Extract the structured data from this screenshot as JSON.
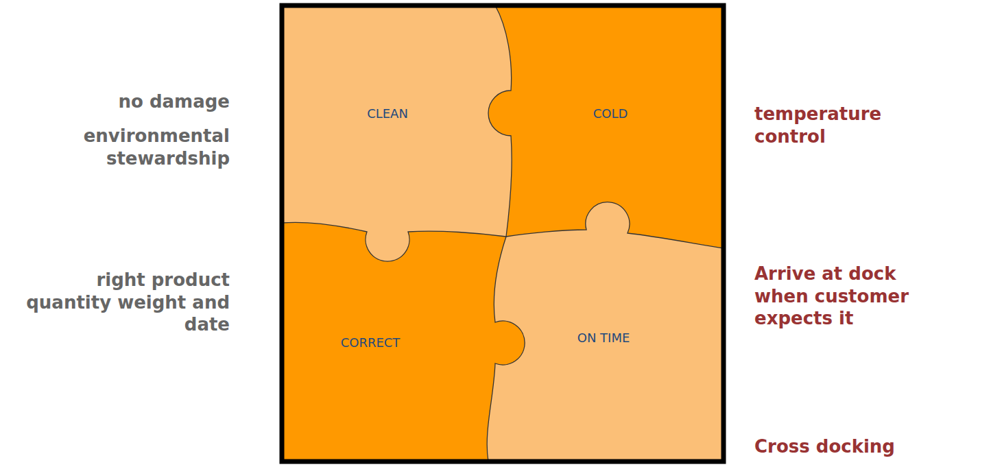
{
  "diagram": {
    "nodes": [
      {
        "text": [
          "CLEAN"
        ]
      },
      {
        "text": [
          "COLD"
        ]
      },
      {
        "text": [
          "CORRECT"
        ]
      },
      {
        "text": [
          "ON TIME"
        ]
      }
    ],
    "labels": [
      "no damage",
      "environmental stewardship",
      "right product quantity weight and date",
      "temperature control",
      "Arrive at dock when customer expects it",
      "Cross docking"
    ]
  }
}
